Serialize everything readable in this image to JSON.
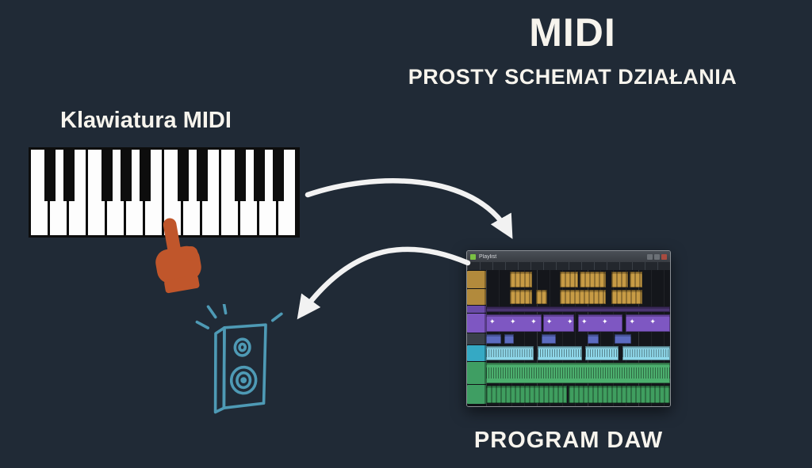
{
  "page": {
    "background": "#202a36",
    "text_color": "#f7f4ed"
  },
  "header": {
    "title": "MIDI",
    "subtitle": "PROSTY SCHEMAT DZIAŁANIA"
  },
  "keyboard": {
    "label": "Klawiatura MIDI",
    "white_key_count": 14,
    "black_key_pattern": [
      1,
      1,
      0,
      1,
      1,
      1,
      0
    ]
  },
  "hand": {
    "color": "#c0562b"
  },
  "speaker": {
    "color": "#4e9ab5"
  },
  "arrows": {
    "color": "#f2f2f2"
  },
  "daw": {
    "label": "PROGRAM DAW",
    "window_title": "Playlist",
    "note_glyphs": "✦ ✦ ✦ ✦",
    "tracks": [
      {
        "rail": "#b28a3c",
        "h": 22,
        "clip_color": "#c79b45",
        "clips": [
          {
            "x": 13,
            "w": 12,
            "t": "pattern"
          },
          {
            "x": 40,
            "w": 10,
            "t": "pattern"
          },
          {
            "x": 51,
            "w": 14,
            "t": "pattern"
          },
          {
            "x": 68,
            "w": 9,
            "t": "pattern"
          },
          {
            "x": 78,
            "w": 7,
            "t": "pattern"
          }
        ]
      },
      {
        "rail": "#b28a3c",
        "h": 20,
        "clip_color": "#c79b45",
        "clips": [
          {
            "x": 13,
            "w": 12,
            "t": "pattern"
          },
          {
            "x": 27,
            "w": 6,
            "t": "pattern"
          },
          {
            "x": 40,
            "w": 25,
            "t": "pattern"
          },
          {
            "x": 68,
            "w": 17,
            "t": "pattern"
          }
        ]
      },
      {
        "rail": "#6a4ba8",
        "h": 9,
        "clip_color": "#4a3570",
        "clips": [
          {
            "x": 0,
            "w": 100,
            "t": "solid"
          }
        ]
      },
      {
        "rail": "#7e57c2",
        "h": 24,
        "clip_color": "#7e57c2",
        "clips": [
          {
            "x": 0,
            "w": 30,
            "t": "notes"
          },
          {
            "x": 31,
            "w": 17,
            "t": "notes"
          },
          {
            "x": 50,
            "w": 24,
            "t": "notes"
          },
          {
            "x": 76,
            "w": 24,
            "t": "notes"
          }
        ]
      },
      {
        "rail": "#3a4049",
        "h": 14,
        "clip_color": "#5c6bc0",
        "clips": [
          {
            "x": 0,
            "w": 8,
            "t": "solid"
          },
          {
            "x": 10,
            "w": 5,
            "t": "solid"
          },
          {
            "x": 30,
            "w": 8,
            "t": "solid"
          },
          {
            "x": 55,
            "w": 6,
            "t": "solid"
          },
          {
            "x": 70,
            "w": 9,
            "t": "solid"
          }
        ]
      },
      {
        "rail": "#35a9c4",
        "h": 20,
        "clip_color": "#8fd8ea",
        "clips": [
          {
            "x": 0,
            "w": 26,
            "t": "wave"
          },
          {
            "x": 28,
            "w": 24,
            "t": "wave"
          },
          {
            "x": 54,
            "w": 18,
            "t": "wave"
          },
          {
            "x": 74,
            "w": 26,
            "t": "wave"
          }
        ]
      },
      {
        "rail": "#3f9e63",
        "h": 28,
        "clip_color": "#4caf6e",
        "clips": [
          {
            "x": 0,
            "w": 100,
            "t": "wave"
          }
        ]
      },
      {
        "rail": "#3f9e63",
        "h": 24,
        "clip_color": "#3f9e5f",
        "clips": [
          {
            "x": 0,
            "w": 44,
            "t": "pattern"
          },
          {
            "x": 45,
            "w": 55,
            "t": "pattern"
          }
        ]
      }
    ]
  }
}
